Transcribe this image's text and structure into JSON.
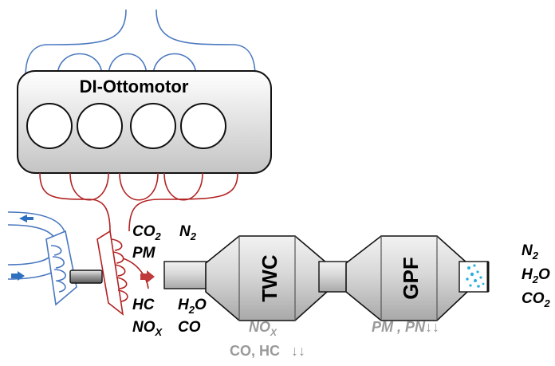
{
  "engine": {
    "label": "DI-Ottomotor"
  },
  "raw_emissions": {
    "co2": "CO",
    "co2_sub": "2",
    "n2": "N",
    "n2_sub": "2",
    "pm": "PM",
    "hc": "HC",
    "h2o": "H",
    "h2o_sub": "2",
    "h2o_tail": "O",
    "nox": "NO",
    "nox_sub": "X",
    "co": "CO"
  },
  "twc": {
    "label": "TWC",
    "reduces_1": "NO",
    "reduces_1_sub": "X",
    "reduces_2": "CO, HC",
    "arrows": "↓↓"
  },
  "gpf": {
    "label": "GPF",
    "reduces": "PM , PN",
    "arrows": "↓↓"
  },
  "tailpipe": {
    "n2": "N",
    "n2_sub": "2",
    "h2o": "H",
    "h2o_sub": "2",
    "h2o_tail": "O",
    "co2": "CO",
    "co2_sub": "2"
  },
  "colors": {
    "intake": "#4a78c0",
    "exhaust": "#b22222",
    "arrow_in": "#2f6fbf",
    "arrow_out": "#c0393b",
    "particles": "#2bb0e0",
    "reduction_text": "#9a9a9a"
  }
}
